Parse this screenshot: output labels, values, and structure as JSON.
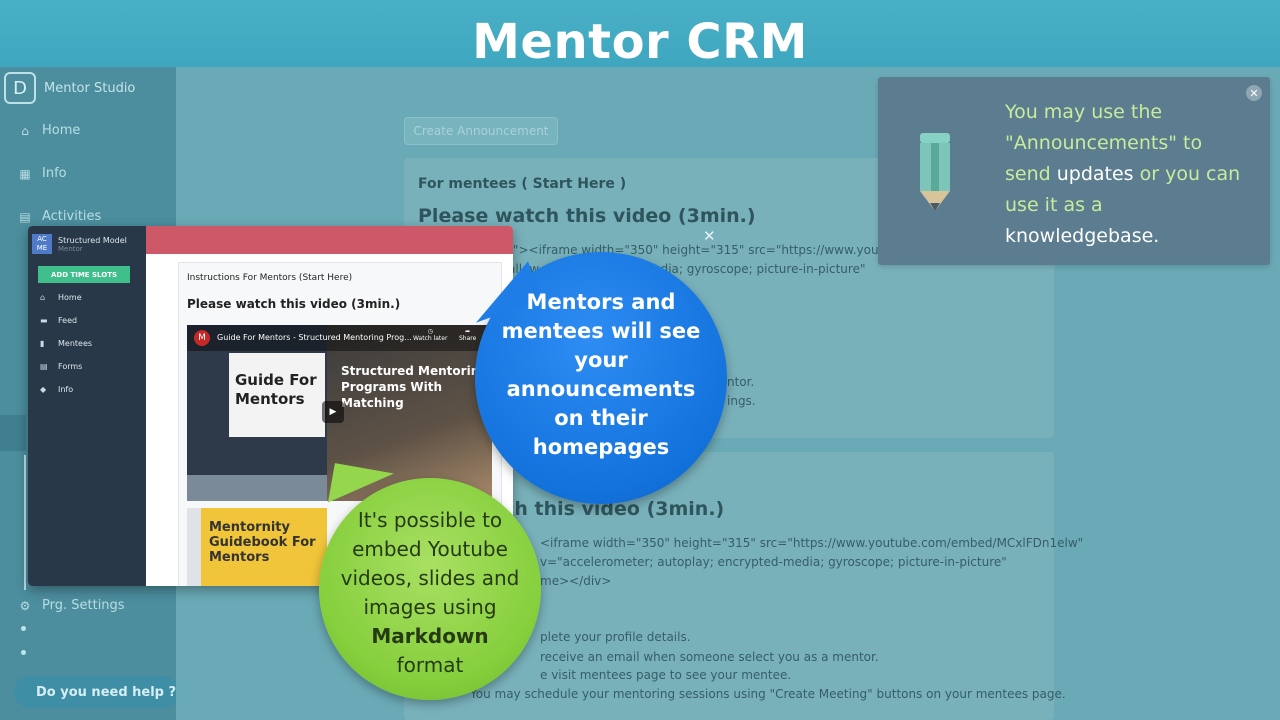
{
  "banner": {
    "title": "Mentor CRM"
  },
  "sidebar": {
    "logo_glyph": "D",
    "brand": "Mentor Studio",
    "items": [
      {
        "label": "Home",
        "icon": "home-icon"
      },
      {
        "label": "Info",
        "icon": "info-icon"
      },
      {
        "label": "Activities",
        "icon": "activities-icon"
      }
    ],
    "settings_label": "Prg. Settings",
    "help_label": "Do you need help ?"
  },
  "main": {
    "create_button": "Create Announcement",
    "card1": {
      "heading_small": "For mentees ( Start Here )",
      "heading_large": "Please watch this video (3min.)",
      "line1": "r\"><iframe width=\"350\" height=\"315\" src=\"https://www.youtube",
      "line2": "allow             play; encrypted-media; gyroscope; picture-in-picture\"",
      "line3": "ntor.",
      "line4": "ings."
    },
    "card2": {
      "heading_large": "tch this video (3min.)",
      "line1": "<iframe width=\"350\" height=\"315\" src=\"https://www.youtube.com/embed/MCxlFDn1elw\"",
      "line2": "v=\"accelerometer; autoplay; encrypted-media; gyroscope; picture-in-picture\"",
      "line3": "me></div>",
      "line4": "plete your profile details.",
      "line5": "receive an email when someone select you as a mentor.",
      "line6": "e visit mentees page to see your mentee.",
      "line7": "You may schedule your mentoring sessions using \"Create Meeting\" buttons on your mentees page."
    }
  },
  "tooltip": {
    "line1": "You may use the",
    "line2": "\"Announcements\" to",
    "line3a": "send ",
    "line3b": "updates",
    "line3c": " or you can",
    "line4": "use it as a",
    "line5": "knowledgebase."
  },
  "preview": {
    "acme": "AC ME",
    "model": "Structured Model",
    "model_sub": "Mentor",
    "add_button": "ADD TIME SLOTS",
    "nav": [
      "Home",
      "Feed",
      "Mentees",
      "Forms",
      "Info"
    ],
    "panel_title": "Instructions For Mentors (Start Here)",
    "panel_heading": "Please watch this video (3min.)",
    "video_title": "Guide For Mentors - Structured Mentoring Prog...",
    "watch_later": "Watch later",
    "share": "Share",
    "video_left_text": "Guide For Mentors",
    "video_right_text": "Structured Mentoring Programs With Matching",
    "guidebook_text": "Mentornity Guidebook For Mentors"
  },
  "callouts": {
    "blue": "Mentors and mentees will see your announcements on their homepages",
    "green_pre": "It's possible to embed Youtube videos, slides and images using",
    "green_bold": "Markdown",
    "green_post": "format"
  },
  "colors": {
    "banner": "#3ea6bf",
    "blue_bubble": "#1372dc",
    "green_bubble": "#86cf3d",
    "tooltip_text": "#c8ec9d"
  }
}
